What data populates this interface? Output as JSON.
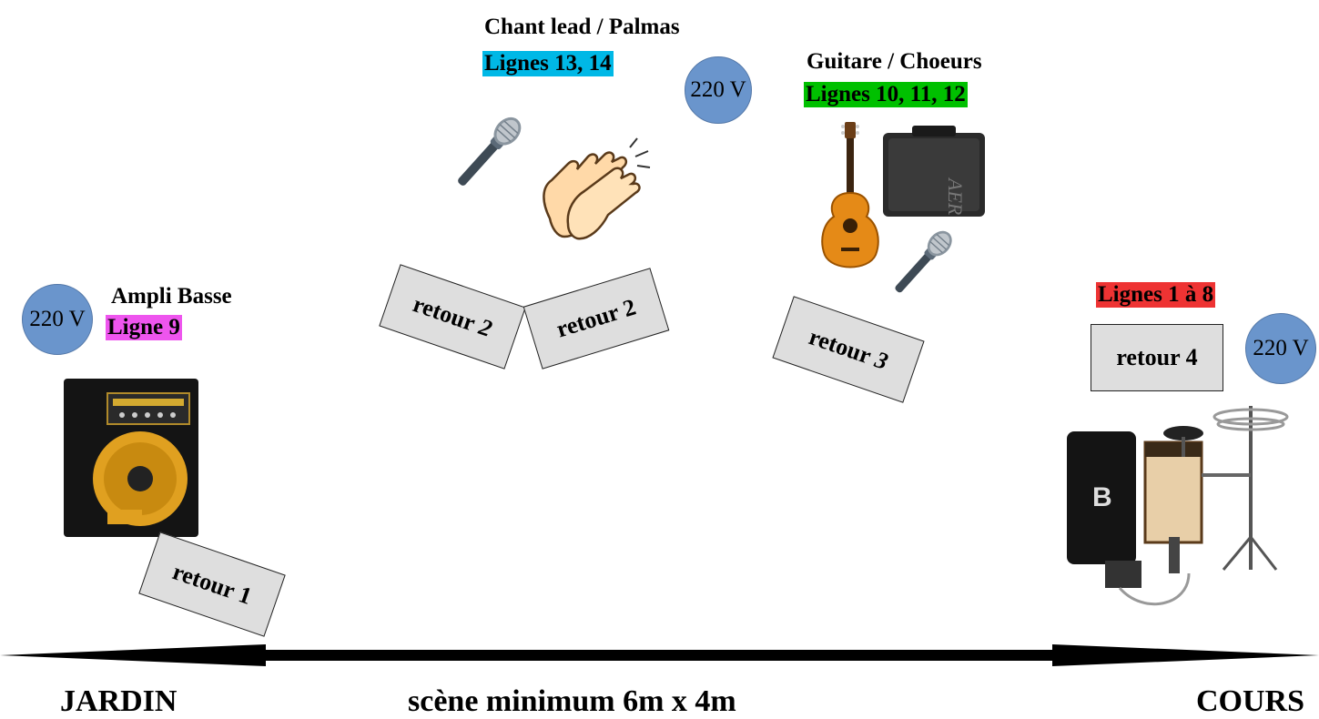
{
  "groups": {
    "chant": {
      "title": "Chant lead / Palmas",
      "lines": "Lignes 13, 14"
    },
    "guitare": {
      "title": "Guitare / Choeurs",
      "lines": "Lignes 10, 11, 12"
    },
    "basse": {
      "title": "Ampli Basse",
      "lines": "Ligne 9"
    },
    "percu": {
      "lines": "Lignes 1 à 8"
    }
  },
  "outlets": {
    "chant": "220 V",
    "basse": "220 V",
    "percu": "220 V"
  },
  "retours": {
    "r1": {
      "word": "retour",
      "num": "1"
    },
    "r2a": {
      "word": "retour",
      "num": "2"
    },
    "r2b": "retour 2",
    "r3": {
      "word": "retour",
      "num": "3"
    },
    "r4": "retour 4"
  },
  "footer": {
    "left": "JARDIN",
    "center": "scène minimum 6m x 4m",
    "right": "COURS"
  },
  "colors": {
    "chant_highlight": "#00b8e6",
    "guitare_highlight": "#00c000",
    "basse_highlight": "#ee55ee",
    "percu_highlight": "#ee3333",
    "outlet_fill": "#6a95cc",
    "retour_fill": "#dedede"
  },
  "icons": {
    "microphone": "microphone-icon",
    "clapping": "clapping-hands-icon",
    "guitar": "acoustic-guitar-icon",
    "amplifier": "amplifier-icon",
    "bass_amp": "bass-amplifier-icon",
    "cajon_kit": "cajon-kit-icon"
  }
}
